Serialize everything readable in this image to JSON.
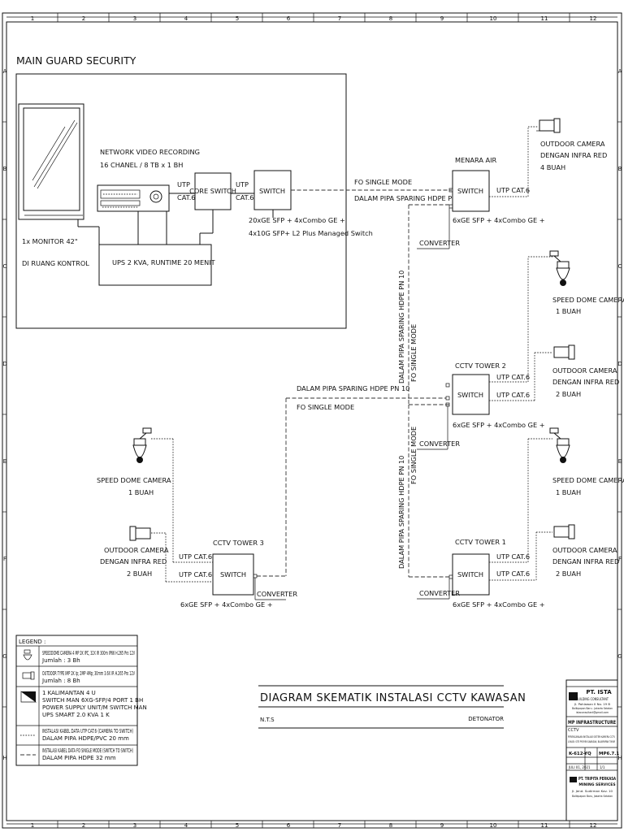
{
  "grid": {
    "columns": [
      "1",
      "2",
      "3",
      "4",
      "5",
      "6",
      "7",
      "8",
      "9",
      "10",
      "11",
      "12"
    ],
    "rows": [
      "A",
      "B",
      "C",
      "D",
      "E",
      "F",
      "G",
      "H"
    ]
  },
  "guard": {
    "title": "MAIN GUARD SECURITY",
    "nvr_line1": "NETWORK VIDEO RECORDING",
    "nvr_line2": "16 CHANEL / 8 TB x 1 BH",
    "utp_top": "UTP",
    "utp_bottom": "CAT.6",
    "core_switch": "CORE SWITCH",
    "switch": "SWITCH",
    "switch_spec_line1": "20xGE SFP + 4xCombo GE +",
    "switch_spec_line2": "4x10G SFP+ L2 Plus Managed Switch",
    "monitor_line1": "1x MONITOR 42\"",
    "monitor_line2": "DI RUANG KONTROL",
    "ups": "UPS 2 KVA, RUNTIME 20 MENIT"
  },
  "network": {
    "fo_single_mode": "FO SINGLE MODE",
    "pipa_hdpe": "DALAM PIPA SPARING HDPE PN 10",
    "utp_cat6": "UTP CAT.6",
    "converter": "CONVERTER",
    "switch": "SWITCH",
    "switch_spec": "6xGE SFP + 4xCombo GE +"
  },
  "nodes": {
    "menara_air": "MENARA AIR",
    "tower2": "CCTV TOWER 2",
    "tower1": "CCTV TOWER 1",
    "tower3": "CCTV TOWER 3"
  },
  "cameras": {
    "outdoor": "OUTDOOR CAMERA",
    "infra_red": "DENGAN INFRA RED",
    "speed_dome": "SPEED DOME CAMERA",
    "qty_4": "4 BUAH",
    "qty_2": "2 BUAH",
    "qty_1": "1 BUAH"
  },
  "legend": {
    "title": "LEGEND :",
    "row1_line1": "SPEEDDOME CAMERA 4 MP 2K IPC, 32X IR 300m IP66 H.265 Pro 12V",
    "row1_line2": "Jumlah : 3 Bh",
    "row2_line1": "OUTDOOR TYPE IMP 2K Ip; 2MP 4Mp; 30mm 3.6X IR H.265 Pro 12V",
    "row2_line2": "Jumlah : 8 Bh",
    "row3_line1": "1 KALIMANTAN 4 U",
    "row3_line2": "SWITCH MAN 6XG-SFP/4 PORT 1 BH",
    "row3_line3": "POWER SUPPLY UNIT/M SWITCH MAN",
    "row3_line4": "UPS SMART 2.0 KVA 1 K",
    "row4_line1": "INSTALASI KABEL DATA UTP CAT.6 (CAMERA TO SWITCH)",
    "row4_line2": "DALAM PIPA HDPE/PVC 20 mm",
    "row5_line1": "INSTALASI KABEL DATA FO SINGLE MODE (SWITCH TO SWITCH)",
    "row5_line2": "DALAM PIPA HDPE 32 mm"
  },
  "diagram": {
    "title": "DIAGRAM SKEMATIK INSTALASI CCTV KAWASAN",
    "scale": "N.T.S",
    "detonator": "DETONATOR"
  },
  "titleblock": {
    "company": "PT. ISTA",
    "company_sub": "BUILDING CONSULTANT",
    "address1": "Jl. Pahlawan II No. 19 B",
    "address2": "Balikpapan Baru - Jakarta Selatan",
    "email": "istaconsultant@gmail.com",
    "project": "MP INFRASTRUCTURE",
    "project_sub": "CCTV",
    "note1": "PERENCANAAN INSTALASI SISTEM KAMERA CCTV",
    "note2": "LOKASI: SITE PROYEK KAWASAN, BALIKPAPAN TIMUR",
    "drawing_no": "K-612-YQ",
    "sheet": "MP6.7.1",
    "date": "JULI 01, 2021",
    "sheet_of": "1/1",
    "owner": "PT. TRIPITA PERKASA",
    "owner_sub": "MINING SERVICES",
    "owner_addr1": "Jl. Jend. Sudirman Kav. 10",
    "owner_addr2": "Balikpapan Baru, Jakarta Selatan"
  }
}
